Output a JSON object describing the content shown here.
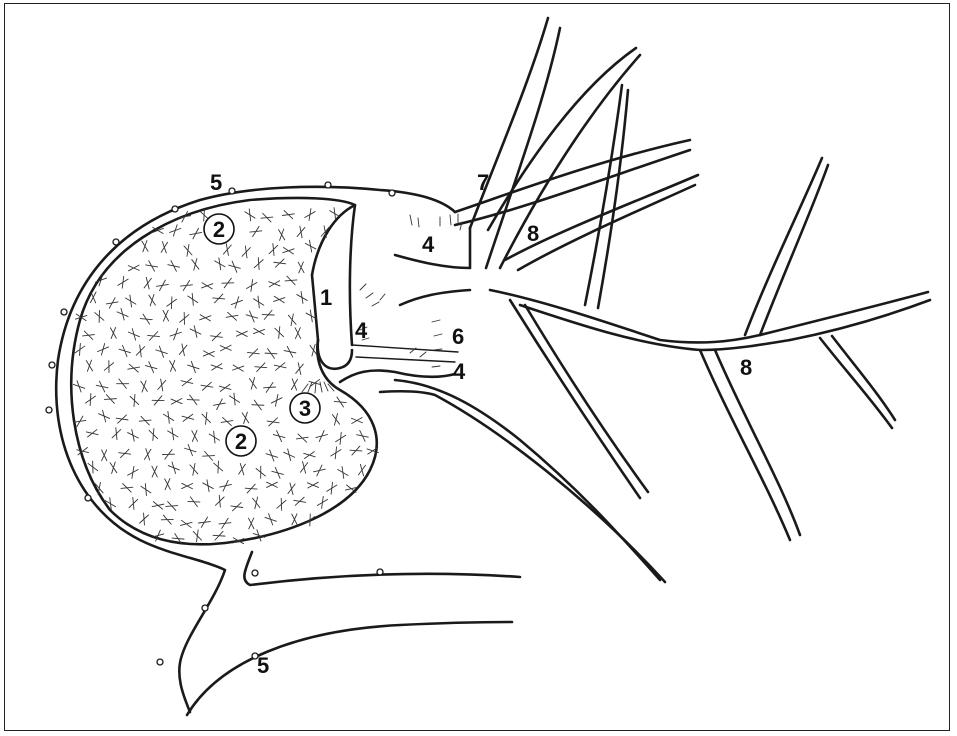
{
  "labels": {
    "l1": "1",
    "l2a": "2",
    "l2b": "2",
    "l3": "3",
    "l4a": "4",
    "l4b": "4",
    "l4c": "4",
    "l5a": "5",
    "l5b": "5",
    "l6": "6",
    "l7": "7",
    "l8a": "8",
    "l8b": "8"
  }
}
